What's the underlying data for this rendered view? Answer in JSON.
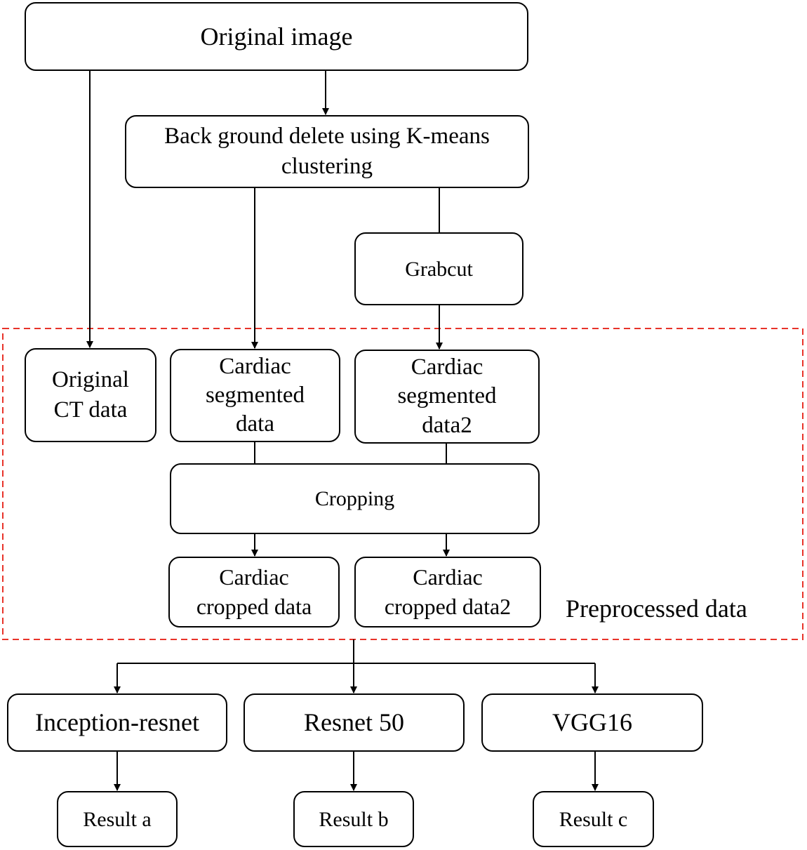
{
  "nodes": {
    "original_image": "Original  image",
    "background_delete": "Back ground delete using K-means\nclustering",
    "grabcut": "Grabcut",
    "original_ct": "Original\nCT data",
    "cardiac_segmented": "Cardiac\nsegmented\ndata",
    "cardiac_segmented2": "Cardiac\nsegmented\ndata2",
    "cropping": "Cropping",
    "cardiac_cropped": "Cardiac\ncropped  data",
    "cardiac_cropped2": "Cardiac\ncropped  data2",
    "inception_resnet": "Inception-resnet",
    "resnet50": "Resnet 50",
    "vgg16": "VGG16",
    "result_a": "Result a",
    "result_b": "Result b",
    "result_c": "Result c"
  },
  "group_label": "Preprocessed data",
  "colors": {
    "group_border": "#e8332a",
    "line": "#000000"
  }
}
